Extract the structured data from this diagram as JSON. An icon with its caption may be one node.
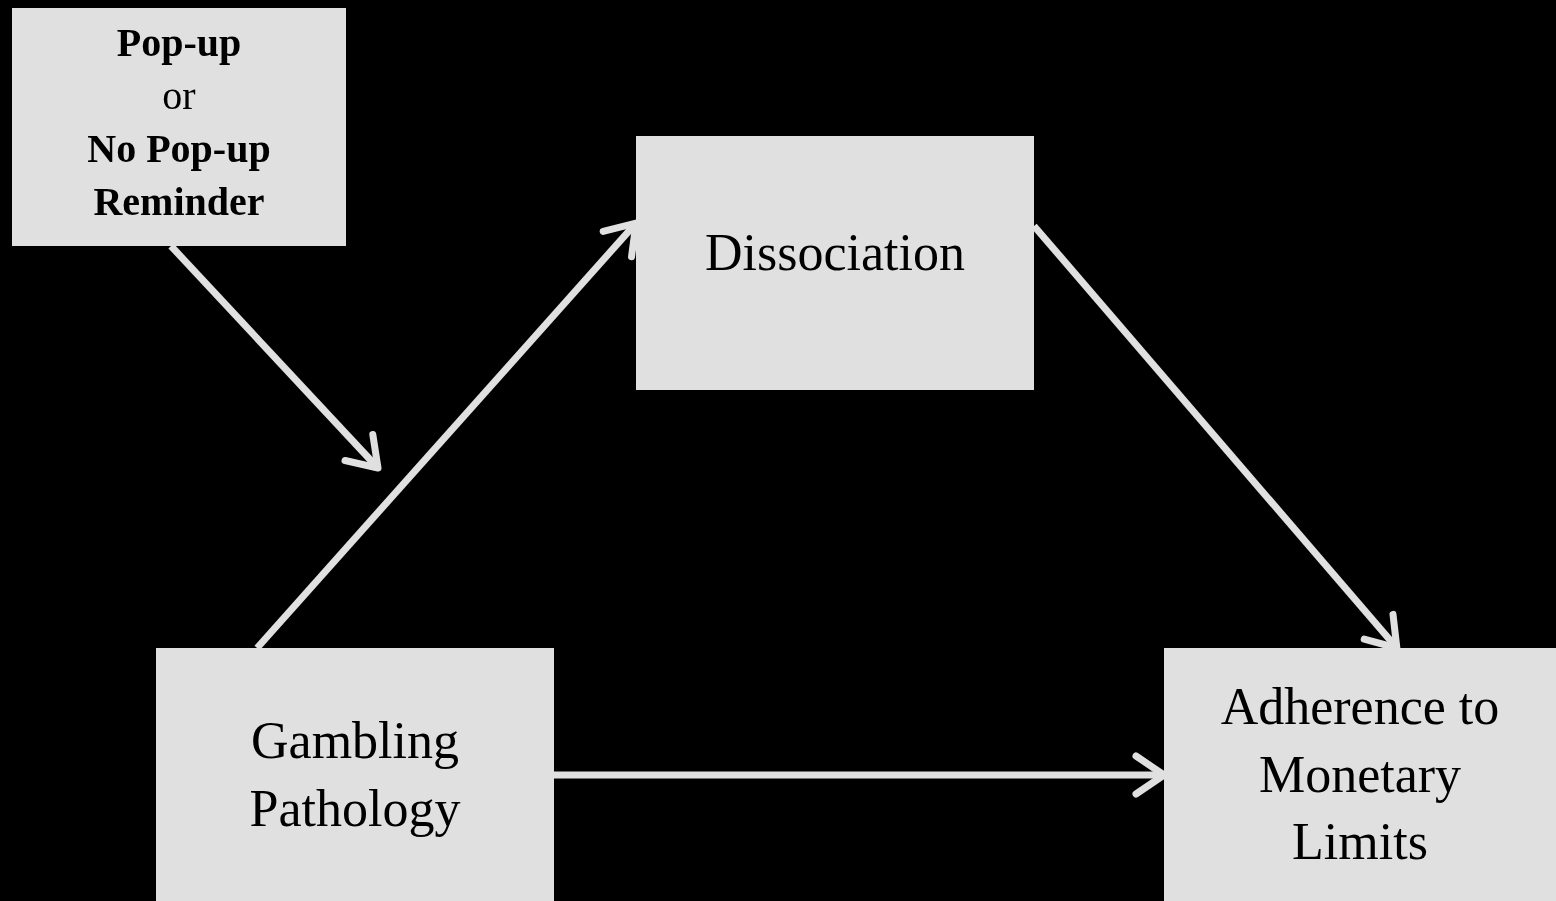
{
  "diagram": {
    "nodes": [
      {
        "text": [
          "**Pop-up** or **No Pop-up Reminder**"
        ]
      },
      {
        "text": [
          "Dissociation"
        ]
      },
      {
        "text": [
          "Gambling Pathology"
        ]
      },
      {
        "text": [
          "Adherence to Monetary Limits"
        ]
      }
    ],
    "edges": [
      {
        "from": 0,
        "to": null,
        "arrow": "to"
      },
      {
        "from": 2,
        "to": 1,
        "arrow": "to"
      },
      {
        "from": 1,
        "to": 3,
        "arrow": "to"
      },
      {
        "from": 2,
        "to": 3,
        "arrow": "to"
      }
    ]
  }
}
